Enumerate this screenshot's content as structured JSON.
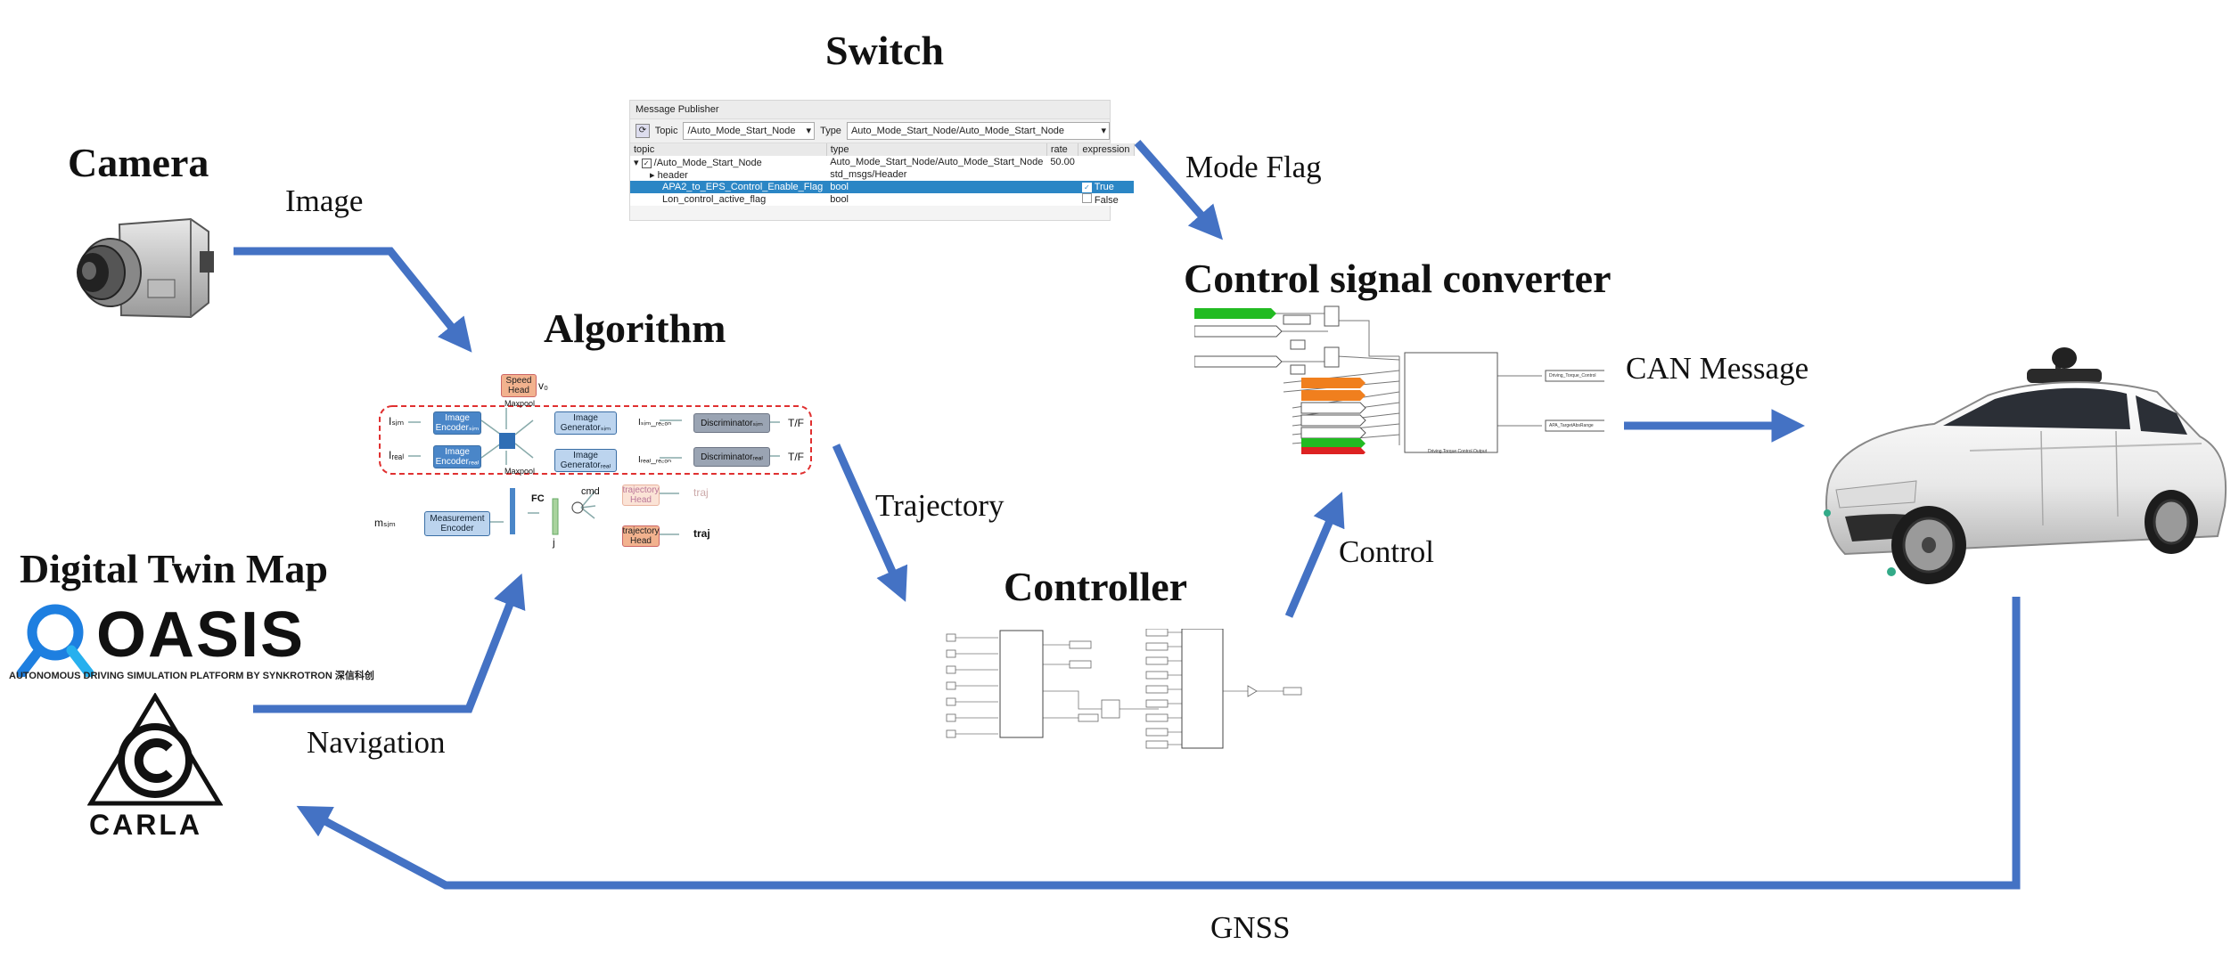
{
  "titles": {
    "switch": "Switch",
    "camera": "Camera",
    "algorithm": "Algorithm",
    "digital_twin": "Digital Twin Map",
    "control_converter": "Control signal converter",
    "controller": "Controller"
  },
  "flow_labels": {
    "image": "Image",
    "mode_flag": "Mode Flag",
    "trajectory": "Trajectory",
    "can_message": "CAN Message",
    "control": "Control",
    "navigation": "Navigation",
    "gnss": "GNSS"
  },
  "logos": {
    "oasis": "OASIS",
    "oasis_tagline": "AUTONOMOUS DRIVING SIMULATION PLATFORM BY SYNKROTRON 深信科创",
    "carla": "CARLA"
  },
  "colors": {
    "arrow": "#4472c4",
    "oasis_blue": "#1e7fe0",
    "select": "#2b86c5",
    "dash_red": "#e03030",
    "sig_green": "#22bb22",
    "sig_orange": "#f07f1e",
    "sig_red": "#dd2222"
  },
  "publisher": {
    "window_title": "Message Publisher",
    "topic_label": "Topic",
    "topic_value": "/Auto_Mode_Start_Node",
    "type_label": "Type",
    "type_value": "Auto_Mode_Start_Node/Auto_Mode_Start_Node",
    "columns": [
      "topic",
      "type",
      "rate",
      "expression"
    ],
    "rows": [
      {
        "topic": "/Auto_Mode_Start_Node",
        "type": "Auto_Mode_Start_Node/Auto_Mode_Start_Node",
        "rate": "50.00",
        "expression": ""
      },
      {
        "topic": "header",
        "type": "std_msgs/Header",
        "rate": "",
        "expression": ""
      },
      {
        "topic": "APA2_to_EPS_Control_Enable_Flag",
        "type": "bool",
        "rate": "",
        "expression": "True"
      },
      {
        "topic": "Lon_control_active_flag",
        "type": "bool",
        "rate": "",
        "expression": "False"
      }
    ]
  },
  "algorithm_diagram": {
    "speed_head": "Speed\nHead",
    "v_out": "v₀",
    "maxpool_top": "Maxpool",
    "maxpool_bottom": "Maxpool",
    "i_sim": "Iₛᵢₘ",
    "i_real": "Iᵣₑₐₗ",
    "enc_sim": "Image\nEncoderₛᵢₘ",
    "enc_real": "Image\nEncoderᵣₑₐₗ",
    "gen_sim": "Image\nGeneratorₛᵢₘ",
    "gen_real": "Image\nGeneratorᵣₑₐₗ",
    "i_sim_recon": "Iₛᵢₘ_ᵣₑ꜀ₒₙ",
    "i_real_recon": "Iᵣₑₐₗ_ᵣₑ꜀ₒₙ",
    "disc_sim": "Discriminatorₛᵢₘ",
    "disc_real": "Discriminatorᵣₑₐₗ",
    "tf1": "T/F",
    "tf2": "T/F",
    "m_sim": "mₛᵢₘ",
    "meas_enc": "Measurement\nEncoder",
    "fc": "FC",
    "j": "j",
    "cmd": "cmd",
    "traj_head_faded": "trajectory\nHead",
    "traj_head": "trajectory\nHead",
    "traj_faded": "traj",
    "traj": "traj"
  },
  "converter_schematic": {
    "main_block_label": "Driving Torque Control Output",
    "out_signals": [
      "Driving_Torque_Control",
      "APA_TargetAbsRange"
    ]
  }
}
